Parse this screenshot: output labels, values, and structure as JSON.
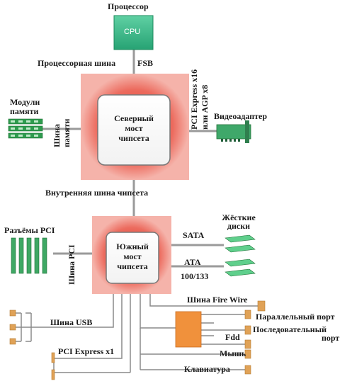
{
  "cpu": {
    "title": "Процессор",
    "label": "CPU"
  },
  "fsb": {
    "caption": "Процессорная шина",
    "short": "FSB"
  },
  "memory": {
    "title_line1": "Модули",
    "title_line2": "памяти",
    "bus_line1": "Шина",
    "bus_line2": "памяти"
  },
  "northbridge": {
    "line1": "Северный",
    "line2": "мост",
    "line3": "чипсета"
  },
  "graphics": {
    "bus_line1": "PCI Express x16",
    "bus_line2": "или AGP x8",
    "device": "Видеоадаптер"
  },
  "internal_bus": {
    "caption": "Внутренняя шина  чипсета"
  },
  "southbridge": {
    "line1": "Южный",
    "line2": "мост",
    "line3": "чипсета"
  },
  "pci": {
    "slots_label": "Разъёмы PCI",
    "bus_label": "Шина PCI"
  },
  "disks": {
    "title_line1": "Жёсткие",
    "title_line2": "диски",
    "sata": "SATA",
    "ata_line1": "ATA",
    "ata_line2": "100/133"
  },
  "firewire": {
    "label": "Шина Fire Wire"
  },
  "usb": {
    "label": "Шина USB"
  },
  "pcie_x1": {
    "label": "PCI Express x1"
  },
  "ports": {
    "parallel": "Параллельный порт",
    "serial_line1": "Последовательный",
    "serial_line2": "порт",
    "fdd": "Fdd",
    "mouse": "Мышь",
    "keyboard": "Клавиатура"
  }
}
